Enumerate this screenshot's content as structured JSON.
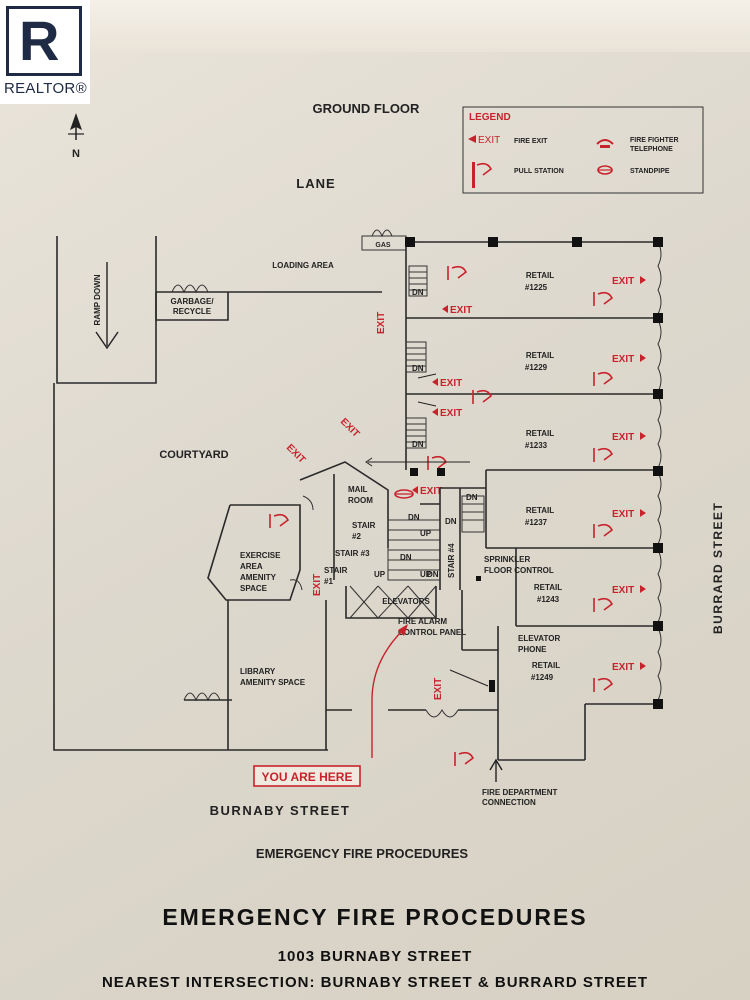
{
  "watermark": {
    "brand": "REALTOR",
    "trademark": "®",
    "logo_letter": "R"
  },
  "plan": {
    "floor_title": "GROUND FLOOR",
    "north_label": "N",
    "lane_label": "LANE",
    "legend": {
      "title": "LEGEND",
      "items": [
        {
          "symbol": "EXIT",
          "label": "FIRE EXIT"
        },
        {
          "symbol": "",
          "label": "FIRE FIGHTER TELEPHONE"
        },
        {
          "symbol": "",
          "label": "PULL STATION"
        },
        {
          "symbol": "",
          "label": "STANDPIPE"
        }
      ]
    },
    "areas": {
      "gas": "GAS",
      "loading_area": "LOADING AREA",
      "ramp_down": "RAMP DOWN",
      "garbage_recycle": [
        "GARBAGE/",
        "RECYCLE"
      ],
      "courtyard": "COURTYARD",
      "mail_room": [
        "MAIL",
        "ROOM"
      ],
      "exercise_area": [
        "EXERCISE",
        "AREA",
        "AMENITY",
        "SPACE"
      ],
      "library": [
        "LIBRARY",
        "AMENITY SPACE"
      ],
      "stair_1": [
        "STAIR",
        "#1"
      ],
      "stair_2": [
        "STAIR",
        "#2"
      ],
      "stair_3": "STAIR #3",
      "stair_4": "STAIR #4",
      "elevators": "ELEVATORS",
      "sprinkler": [
        "SPRINKLER",
        "FLOOR CONTROL"
      ],
      "fire_alarm": [
        "FIRE ALARM",
        "CONTROL PANEL"
      ],
      "elevator_phone": [
        "ELEVATOR",
        "PHONE"
      ],
      "fire_dept_connection": [
        "FIRE DEPARTMENT",
        "CONNECTION"
      ]
    },
    "stair_marks": {
      "down": "DN",
      "up": "UP"
    },
    "retail_units": [
      {
        "label": "RETAIL",
        "number": "#1225"
      },
      {
        "label": "RETAIL",
        "number": "#1229"
      },
      {
        "label": "RETAIL",
        "number": "#1233"
      },
      {
        "label": "RETAIL",
        "number": "#1237"
      },
      {
        "label": "RETAIL",
        "number": "#1243"
      },
      {
        "label": "RETAIL",
        "number": "#1249"
      }
    ],
    "exit_label": "EXIT",
    "you_are_here": "YOU ARE HERE",
    "street_south": "BURNABY STREET",
    "street_east": "BURRARD STREET",
    "plan_caption": "EMERGENCY FIRE PROCEDURES"
  },
  "footer": {
    "title": "EMERGENCY FIRE PROCEDURES",
    "address": "1003 BURNABY STREET",
    "intersection": "NEAREST INTERSECTION: BURNABY STREET & BURRARD STREET"
  },
  "colors": {
    "accent_red": "#c8232c",
    "ink": "#222222",
    "board": "#e4dfd4",
    "brand_navy": "#1f2a44"
  }
}
